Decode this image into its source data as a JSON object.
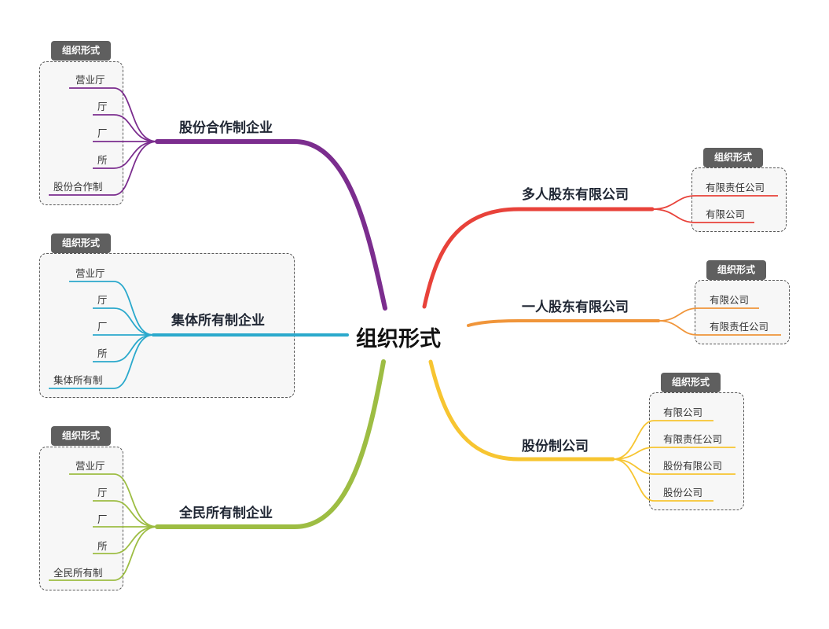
{
  "root": {
    "title": "组织形式"
  },
  "branches": [
    {
      "name": "股份合作制企业",
      "color": "#7b2d8e",
      "tag": "组织形式",
      "leaves": [
        "营业厅",
        "厅",
        "厂",
        "所",
        "股份合作制"
      ]
    },
    {
      "name": "集体所有制企业",
      "color": "#2ba9cc",
      "tag": "组织形式",
      "leaves": [
        "营业厅",
        "厅",
        "厂",
        "所",
        "集体所有制"
      ]
    },
    {
      "name": "全民所有制企业",
      "color": "#9dbd43",
      "tag": "组织形式",
      "leaves": [
        "营业厅",
        "厅",
        "厂",
        "所",
        "全民所有制"
      ]
    },
    {
      "name": "多人股东有限公司",
      "color": "#e8423a",
      "tag": "组织形式",
      "leaves": [
        "有限责任公司",
        "有限公司"
      ]
    },
    {
      "name": "一人股东有限公司",
      "color": "#f0953a",
      "tag": "组织形式",
      "leaves": [
        "有限公司",
        "有限责任公司"
      ]
    },
    {
      "name": "股份制公司",
      "color": "#f7c531",
      "tag": "组织形式",
      "leaves": [
        "有限公司",
        "有限责任公司",
        "股份有限公司",
        "股份公司"
      ]
    }
  ]
}
